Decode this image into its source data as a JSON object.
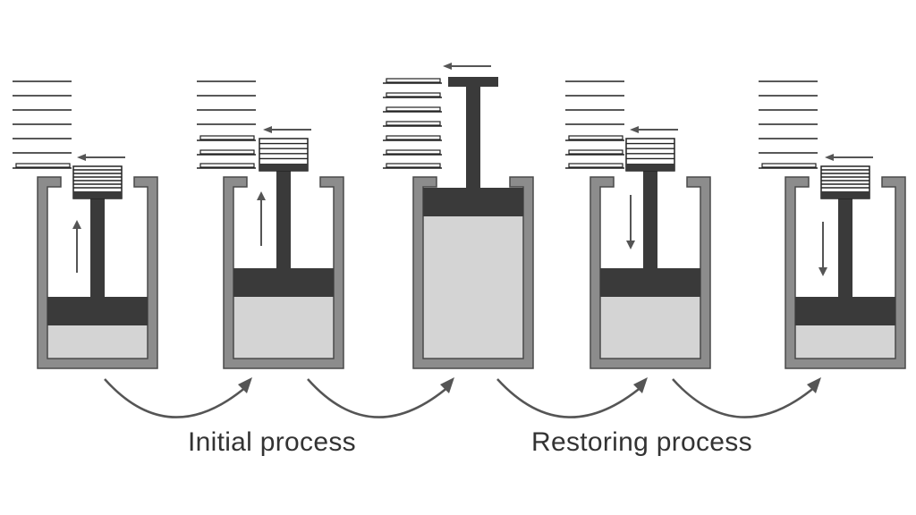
{
  "captions": {
    "initial": "Initial process",
    "restoring": "Restoring process"
  },
  "stages": [
    {
      "id": "stage-1",
      "weights_on_piston": 6,
      "weights_on_shelves": 1,
      "motion": "up"
    },
    {
      "id": "stage-2",
      "weights_on_piston": 4,
      "weights_on_shelves": 3,
      "motion": "up"
    },
    {
      "id": "stage-3",
      "weights_on_piston": 0,
      "weights_on_shelves": 7,
      "motion": "none"
    },
    {
      "id": "stage-4",
      "weights_on_piston": 4,
      "weights_on_shelves": 3,
      "motion": "down"
    },
    {
      "id": "stage-5",
      "weights_on_piston": 6,
      "weights_on_shelves": 1,
      "motion": "down"
    }
  ],
  "colors": {
    "cylinder": "#8c8c8c",
    "cylinder_outline": "#4a4a4a",
    "gas": "#d4d4d4",
    "piston": "#3a3a3a",
    "arrow": "#555555"
  }
}
